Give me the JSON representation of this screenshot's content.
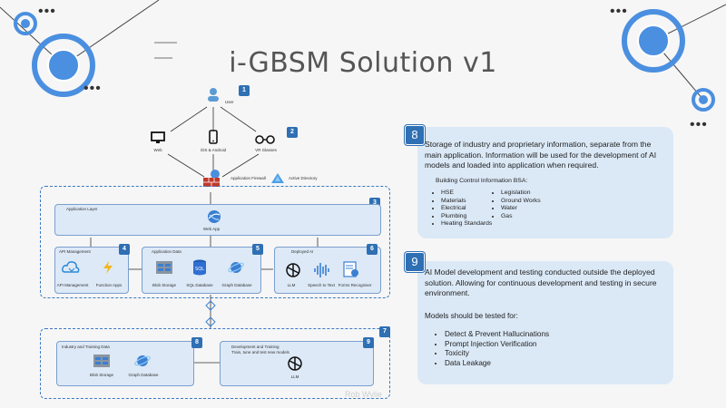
{
  "title": "i-GBSM Solution v1",
  "diagram": {
    "user_label": "User",
    "clients": [
      {
        "label": "Web",
        "icon": "monitor-icon"
      },
      {
        "label": "iOS & Android",
        "icon": "phone-icon"
      },
      {
        "label": "VR Glasses",
        "icon": "glasses-icon"
      }
    ],
    "firewall_label": "Application Firewall",
    "active_directory_label": "Active Directory",
    "application_layer": {
      "label": "Application Layer",
      "web_app_label": "Web App"
    },
    "api_management": {
      "label": "API Management",
      "items": [
        "API Management",
        "Function Apps"
      ]
    },
    "application_data": {
      "label": "Application Data",
      "items": [
        "Blob Storage",
        "SQL Database",
        "Graph Database"
      ]
    },
    "deployed_ai": {
      "label": "Deployed AI",
      "items": [
        "LLM",
        "Speech to Text",
        "Forms Recogniser"
      ]
    },
    "industry_data": {
      "label": "Industry and Training Data",
      "items": [
        "Blob Storage",
        "Graph Database"
      ]
    },
    "dev_training": {
      "label": "Development and Training",
      "sublabel": "Train, tune and test new models",
      "items": [
        "LLM"
      ]
    },
    "badges": {
      "b1": "1",
      "b2": "2",
      "b3": "3",
      "b4": "4",
      "b5": "5",
      "b6": "6",
      "b7": "7",
      "b8": "8",
      "b9": "9"
    }
  },
  "card8": {
    "badge": "8",
    "text": "Storage of industry and proprietary information, separate from the main application. Information will be used for the development of AI models and loaded into application when required.",
    "bsa_title": "Building Control Information BSA:",
    "bsa_col1": [
      "HSE",
      "Materials",
      "Electrical",
      "Plumbing",
      "Heating Standards"
    ],
    "bsa_col2": [
      "Legislation",
      "Ground Works",
      "Water",
      "Gas"
    ]
  },
  "card9": {
    "badge": "9",
    "text": "AI Model development and testing conducted outside the deployed solution. Allowing for continuous development and testing in secure environment.",
    "models_title": "Models should be tested for:",
    "models": [
      "Detect & Prevent Hallucinations",
      "Prompt Injection Verification",
      "Toxicity",
      "Data Leakage"
    ]
  },
  "watermark": "Rob Wylie",
  "colors": {
    "accent": "#2f6fb3",
    "card": "#dbe9f7",
    "circle": "#4a8fe0"
  }
}
